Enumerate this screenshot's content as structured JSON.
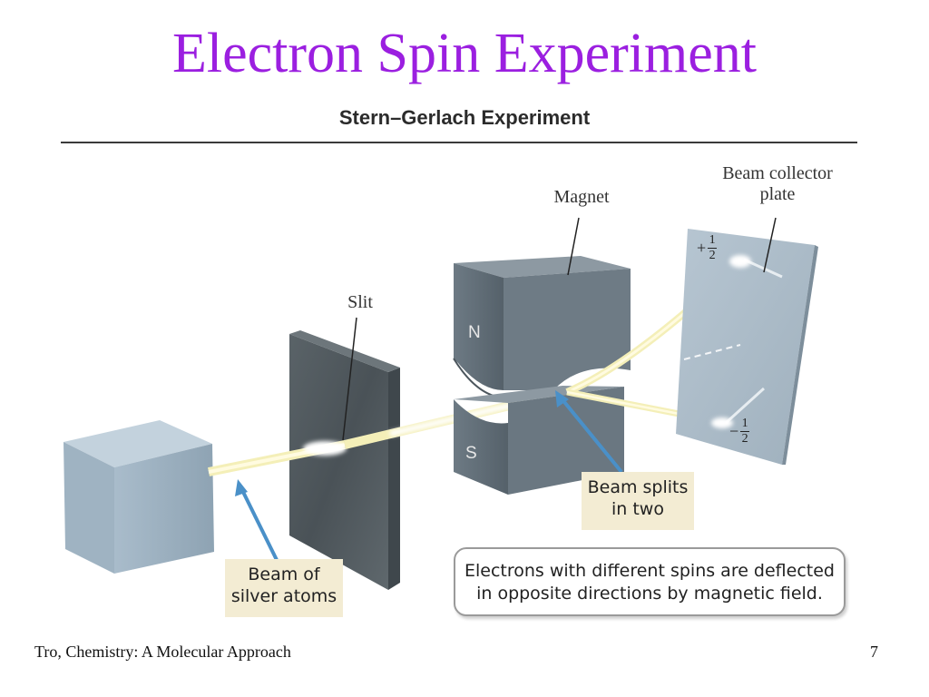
{
  "slide": {
    "title": "Electron Spin Experiment",
    "figure_title": "Stern–Gerlach Experiment",
    "footer_left": "Tro, Chemistry: A Molecular Approach",
    "page_number": "7"
  },
  "labels": {
    "magnet": "Magnet",
    "slit": "Slit",
    "collector_line1": "Beam collector",
    "collector_line2": "plate",
    "pole_north": "N",
    "pole_south": "S"
  },
  "spins": {
    "plus_sign": "+",
    "minus_sign": "−",
    "numerator": "1",
    "denominator": "2"
  },
  "callouts": {
    "beam_line1": "Beam of",
    "beam_line2": "silver atoms",
    "split_line1": "Beam splits",
    "split_line2": "in two"
  },
  "note": {
    "line1": "Electrons with different spins are deflected",
    "line2": "in opposite directions by magnetic field."
  },
  "colors": {
    "title": "#9b1fe0",
    "arrow": "#4a90c8",
    "callout_bg": "#f3ecd3"
  }
}
